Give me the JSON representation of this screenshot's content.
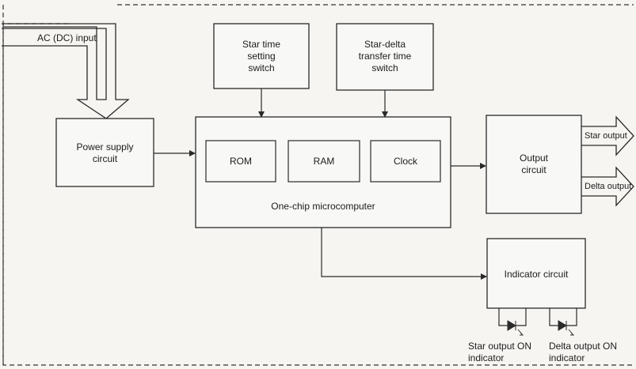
{
  "diagram": {
    "ac_input": "AC (DC) input",
    "power_supply": "Power supply\ncircuit",
    "star_time_switch": "Star time\nsetting\nswitch",
    "star_delta_switch": "Star-delta\ntransfer time\nswitch",
    "rom": "ROM",
    "ram": "RAM",
    "clock": "Clock",
    "microcomputer": "One-chip microcomputer",
    "output_circuit": "Output\ncircuit",
    "star_output": "Star output",
    "delta_output": "Delta output",
    "indicator_circuit": "Indicator circuit",
    "star_on_indicator": "Star output ON\nindicator",
    "delta_on_indicator": "Delta output ON\nindicator"
  }
}
